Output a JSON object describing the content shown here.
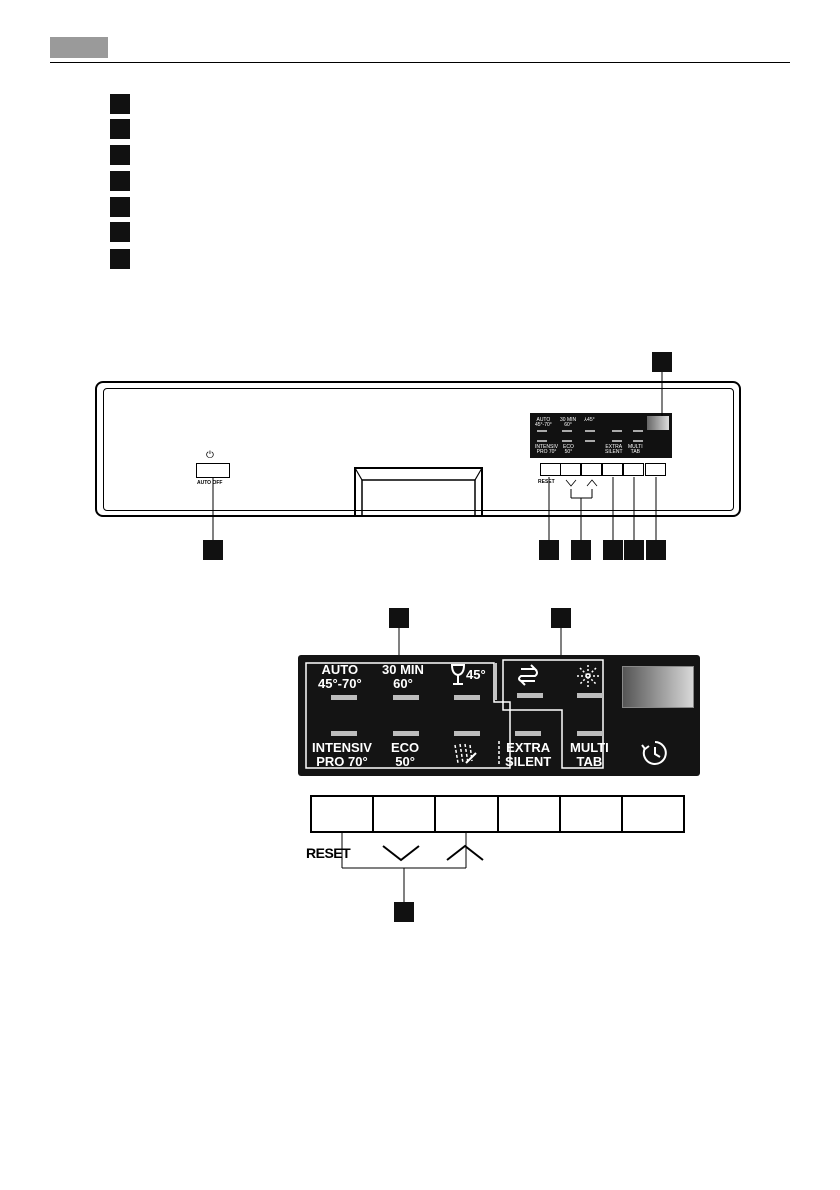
{
  "header": {
    "tab_color": "#9a9a9a"
  },
  "legend_items": [
    "",
    "",
    "",
    "",
    "",
    "",
    ""
  ],
  "panel": {
    "on_off_symbol": "⏻",
    "auto_off_label": "AUTO OFF",
    "mini_reset_label": "RESET",
    "mini_programs_top": [
      "AUTO\n45°-70°",
      "30 MIN\n60°",
      "⅄45°"
    ],
    "mini_programs_bottom": [
      "INTENSIV\nPRO 70°",
      "ECO\n50°",
      "",
      "EXTRA\nSILENT"
    ],
    "mini_options": [
      "",
      "",
      "MULTI\nTAB"
    ]
  },
  "zoom": {
    "programs_top": [
      "AUTO\n45°-70°",
      "30 MIN\n60°",
      "45°"
    ],
    "programs_bottom": [
      "INTENSIV\nPRO 70°",
      "ECO\n50°",
      "",
      "EXTRA\nSILENT"
    ],
    "options_bottom": "MULTI\nTAB",
    "reset_label": "RESET"
  },
  "colors": {
    "display_bg": "#141414",
    "led": "#bdbdbd",
    "panel_line": "#000000"
  }
}
